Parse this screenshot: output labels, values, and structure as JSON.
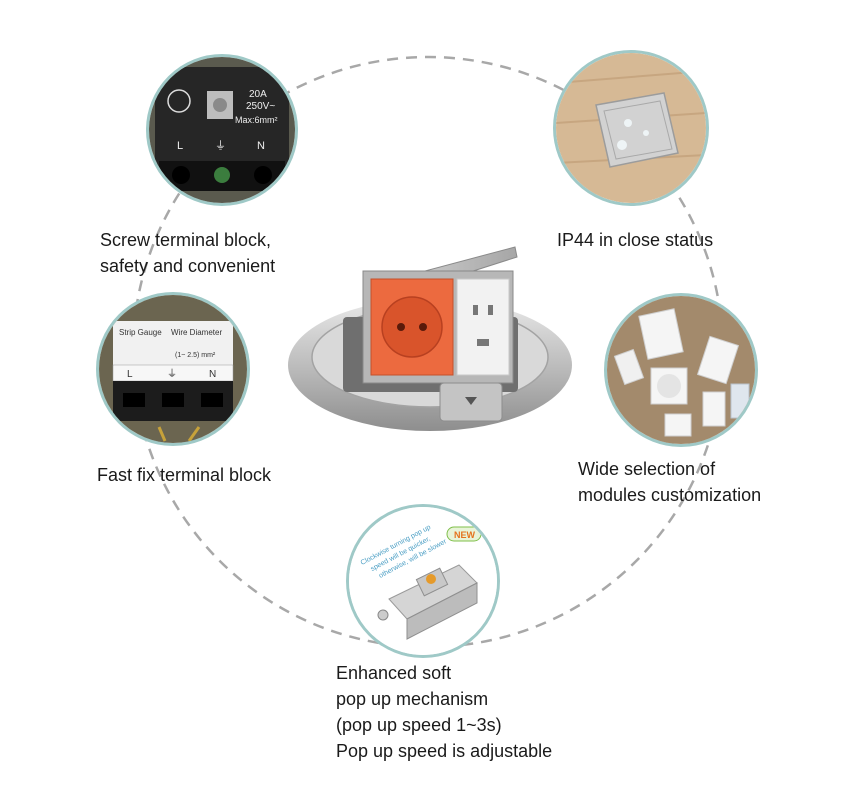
{
  "features": {
    "screw_terminal": {
      "icon": "screw-terminal-photo",
      "lines": [
        "Screw terminal block,",
        "safety and convenient"
      ],
      "photo_labels": {
        "rating_current": "20A",
        "rating_voltage": "250V~",
        "max_wire": "Max:6mm²",
        "live": "L",
        "earth": "⏚",
        "neutral": "N"
      }
    },
    "ip44": {
      "icon": "closed-lid-photo",
      "lines": [
        "IP44 in close status"
      ]
    },
    "fast_fix": {
      "icon": "fast-fix-terminal-photo",
      "lines": [
        "Fast fix terminal block"
      ],
      "photo_labels": {
        "strip_gauge": "Strip Gauge",
        "wire_diameter": "Wire Diameter",
        "range": "(1~ 2.5) mm²",
        "live": "L",
        "earth": "⏚",
        "neutral": "N"
      }
    },
    "modules": {
      "icon": "modules-photo",
      "lines": [
        "Wide selection of",
        "modules customization"
      ]
    },
    "pop_up": {
      "icon": "pop-up-mechanism-photo",
      "lines": [
        "Enhanced  soft",
        "pop up mechanism",
        "(pop up speed 1~3s)",
        "Pop up speed is adjustable"
      ],
      "photo_labels": {
        "badge": "NEW",
        "note_1": "Clockwise turning pop up",
        "note_2": "speed will be quicker,",
        "note_3": "otherwise, will be slower"
      }
    }
  },
  "colors": {
    "ring_dash": "#a8a8a8",
    "circle_border": "#9fc9c7",
    "socket_orange": "#ec6a3f",
    "steel": "#c9c9c9"
  }
}
